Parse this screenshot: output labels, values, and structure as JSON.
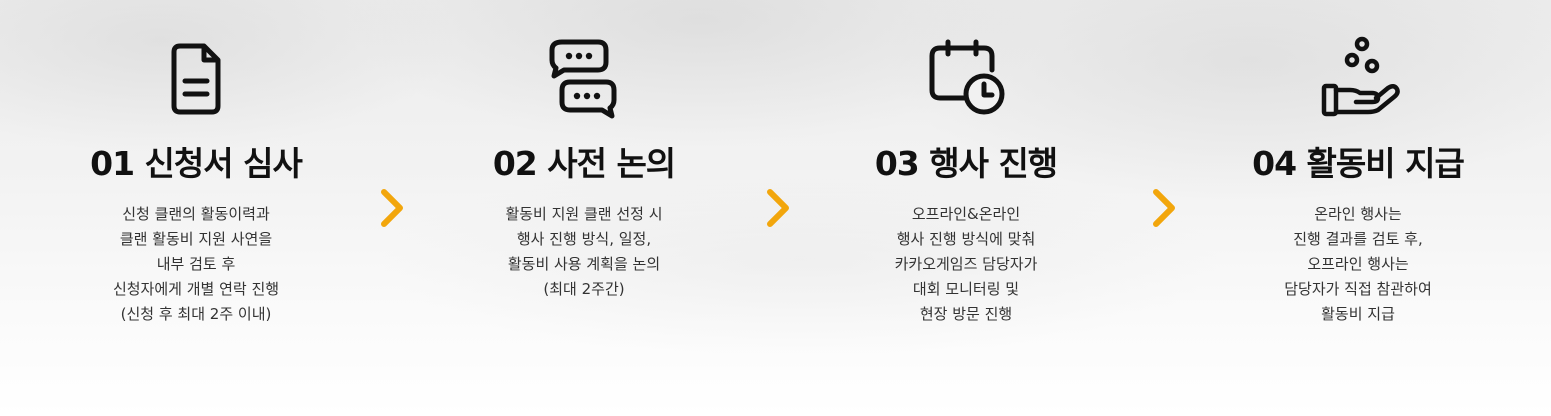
{
  "steps": [
    {
      "icon": "document-icon",
      "title": "01 신청서 심사",
      "lines": [
        "신청 클랜의 활동이력과",
        "클랜 활동비 지원 사연을",
        "내부 검토 후",
        "신청자에게 개별 연락 진행",
        "(신청 후 최대 2주 이내)"
      ]
    },
    {
      "icon": "chat-bubbles-icon",
      "title": "02 사전 논의",
      "lines": [
        "활동비 지원 클랜 선정 시",
        "행사 진행 방식, 일정,",
        "활동비 사용 계획을 논의",
        "(최대 2주간)"
      ]
    },
    {
      "icon": "calendar-clock-icon",
      "title": "03 행사 진행",
      "lines": [
        "오프라인&온라인",
        "행사 진행 방식에 맞춰",
        "카카오게임즈 담당자가",
        "대회 모니터링 및",
        "현장 방문 진행"
      ]
    },
    {
      "icon": "hand-coins-icon",
      "title": "04 활동비 지급",
      "lines": [
        "온라인 행사는",
        "진행 결과를 검토 후,",
        "오프라인 행사는",
        "담당자가 직접 참관하여",
        "활동비 지급"
      ]
    }
  ],
  "colors": {
    "accent": "#f2a60c",
    "text": "#111111"
  }
}
